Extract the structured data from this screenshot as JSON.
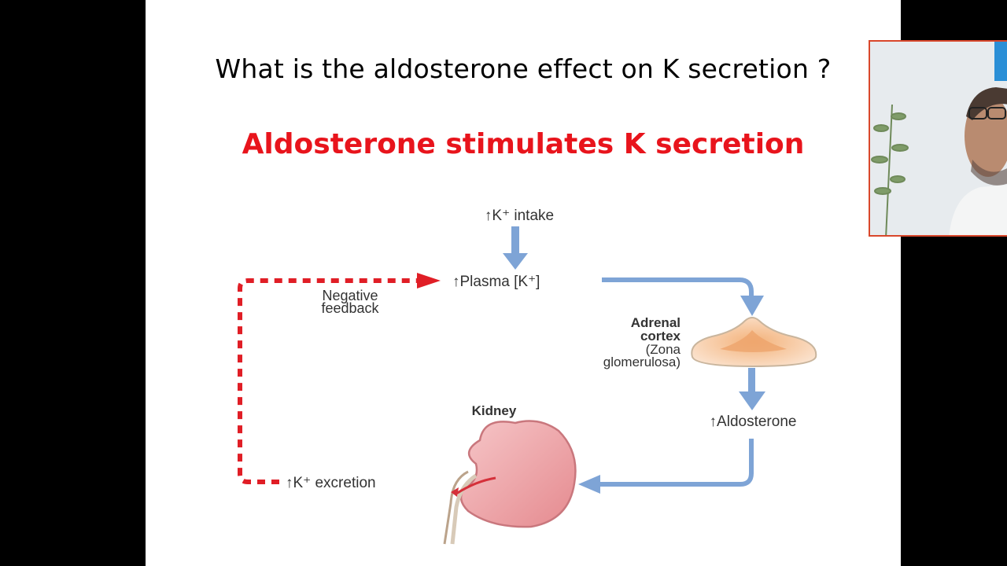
{
  "slide": {
    "question": "What is the aldosterone effect on K secretion ?",
    "answer": "Aldosterone stimulates K secretion"
  },
  "diagram": {
    "k_intake": "↑K⁺ intake",
    "plasma_k": "↑Plasma [K⁺]",
    "negative_feedback_line1": "Negative",
    "negative_feedback_line2": "feedback",
    "adrenal_line1": "Adrenal",
    "adrenal_line2": "cortex",
    "adrenal_line3": "(Zona",
    "adrenal_line4": "glomerulosa)",
    "aldosterone": "↑Aldosterone",
    "kidney": "Kidney",
    "k_excretion": "↑K⁺ excretion"
  },
  "colors": {
    "answer_red": "#e8141c",
    "arrow_blue": "#7ea4d6",
    "feedback_red": "#e01e26",
    "webcam_border": "#d9472b"
  }
}
